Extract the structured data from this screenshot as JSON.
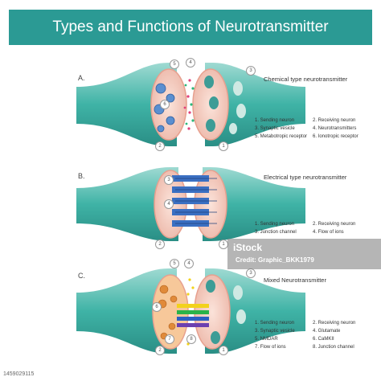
{
  "title": "Types and Functions of Neurotransmitter",
  "panels": [
    {
      "letter": "A.",
      "caption": "Chemical type neurotransmitter",
      "legend": [
        "1. Sending neuron",
        "2. Receiving neuron",
        "3. Synaptic vesicle",
        "4. Neurotransmitters",
        "5. Metabotropic receptor",
        "6. Ionotropic receptor"
      ],
      "callouts": [
        "5",
        "4",
        "3",
        "6",
        "2",
        "1"
      ]
    },
    {
      "letter": "B.",
      "caption": "Electrical type neurotransmitter",
      "legend": [
        "1. Sending neuron",
        "2. Receiving neuron",
        "3. Junction channel",
        "4. Flow of ions"
      ],
      "callouts": [
        "3",
        "4",
        "2",
        "1"
      ]
    },
    {
      "letter": "C.",
      "caption": "Mixed Neurotransmitter",
      "legend": [
        "1. Sending neuron",
        "2. Receiving neuron",
        "3. Synaptic vesicle",
        "4. Glutamate",
        "5. NMDAR",
        "6. CaMKII",
        "7. Flow of ions",
        "8. Junction channel"
      ],
      "callouts": [
        "5",
        "4",
        "3",
        "6",
        "2",
        "7",
        "8",
        "1"
      ]
    }
  ],
  "watermark": {
    "logo": "iStock",
    "credit": "Credit: Graphic_BKK1979"
  },
  "stock_id": "1459029115",
  "colors": {
    "title_bg": "#2b9a94",
    "axon": "#43b8ab",
    "bouton_light": "#a8ded6",
    "cell_pink": "#f3c8bd",
    "vesicle": "#4a9c98"
  }
}
